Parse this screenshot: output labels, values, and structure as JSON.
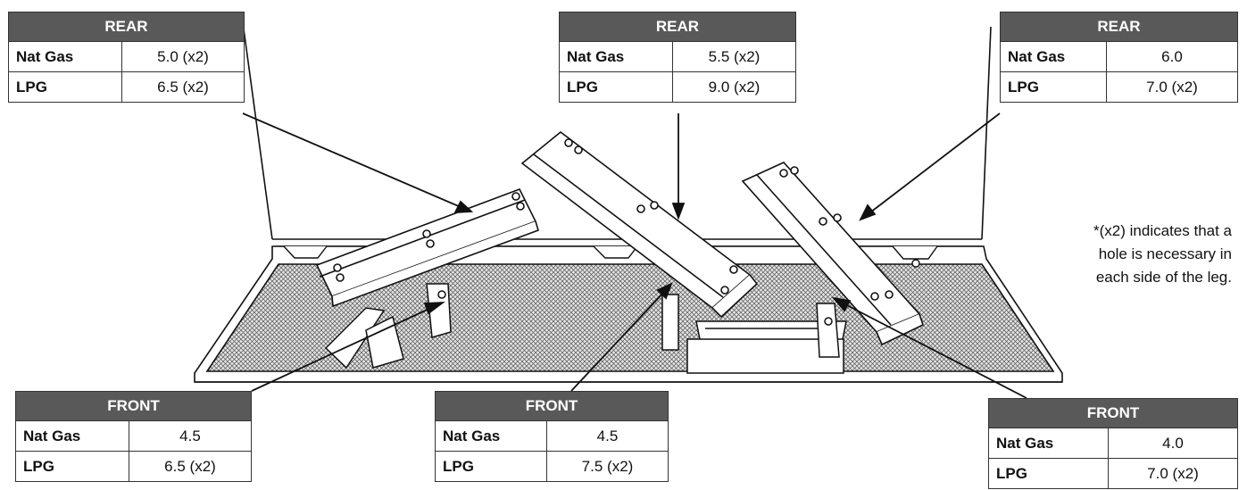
{
  "tables": {
    "rear_left": {
      "header": "REAR",
      "rows": [
        {
          "label": "Nat Gas",
          "value": "5.0 (x2)"
        },
        {
          "label": "LPG",
          "value": "6.5 (x2)"
        }
      ]
    },
    "rear_mid": {
      "header": "REAR",
      "rows": [
        {
          "label": "Nat Gas",
          "value": "5.5 (x2)"
        },
        {
          "label": "LPG",
          "value": "9.0 (x2)"
        }
      ]
    },
    "rear_right": {
      "header": "REAR",
      "rows": [
        {
          "label": "Nat Gas",
          "value": "6.0"
        },
        {
          "label": "LPG",
          "value": "7.0 (x2)"
        }
      ]
    },
    "front_left": {
      "header": "FRONT",
      "rows": [
        {
          "label": "Nat Gas",
          "value": "4.5"
        },
        {
          "label": "LPG",
          "value": "6.5 (x2)"
        }
      ]
    },
    "front_mid": {
      "header": "FRONT",
      "rows": [
        {
          "label": "Nat Gas",
          "value": "4.5"
        },
        {
          "label": "LPG",
          "value": "7.5 (x2)"
        }
      ]
    },
    "front_right": {
      "header": "FRONT",
      "rows": [
        {
          "label": "Nat Gas",
          "value": "4.0"
        },
        {
          "label": "LPG",
          "value": "7.0 (x2)"
        }
      ]
    }
  },
  "footnote": {
    "line1": "*(x2) indicates that a",
    "line2": "hole is necessary in",
    "line3": "each side of the leg."
  },
  "colors": {
    "header_fill": "#595959",
    "line": "#111111",
    "mesh": "#cfcfcf"
  }
}
